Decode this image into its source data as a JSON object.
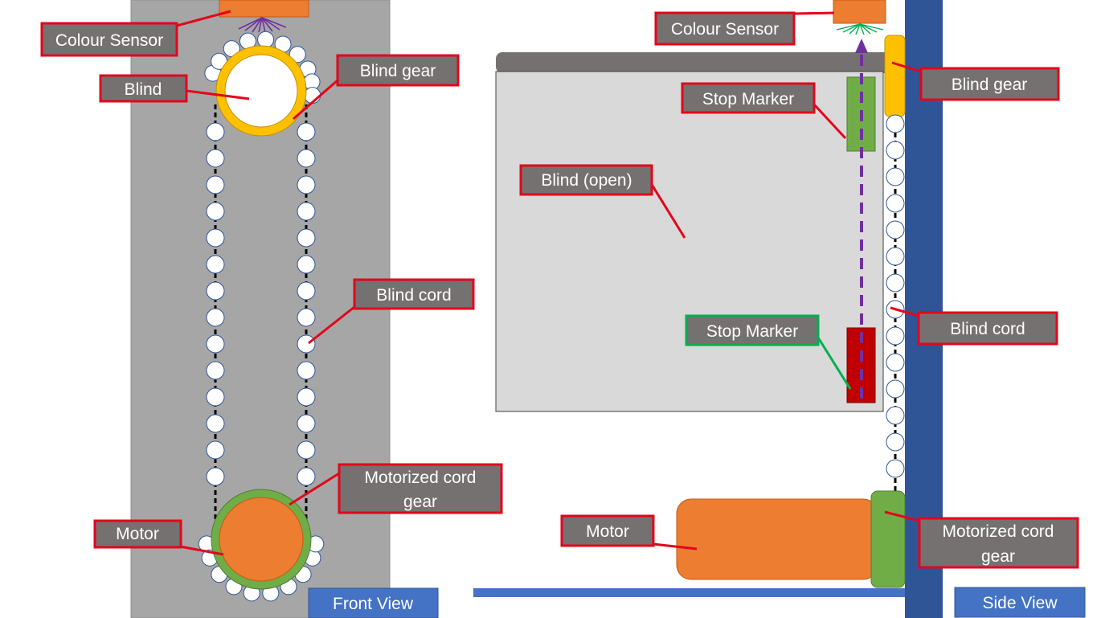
{
  "front_view": {
    "caption": "Front View",
    "labels": {
      "colour_sensor": "Colour Sensor",
      "blind": "Blind",
      "blind_gear": "Blind gear",
      "blind_cord": "Blind cord",
      "motor": "Motor",
      "motorized_gear_line1": "Motorized cord",
      "motorized_gear_line2": "gear"
    }
  },
  "side_view": {
    "caption": "Side View",
    "labels": {
      "colour_sensor": "Colour Sensor",
      "blind_gear": "Blind gear",
      "stop_marker_top": "Stop Marker",
      "blind_open": "Blind (open)",
      "blind_cord": "Blind cord",
      "stop_marker_bottom": "Stop Marker",
      "motor": "Motor",
      "motorized_gear_line1": "Motorized cord",
      "motorized_gear_line2": "gear"
    }
  },
  "colors": {
    "label_fill": "#767171",
    "label_border_red": "#e3051b",
    "label_border_green": "#00b050",
    "wall": "#a6a6a6",
    "sensor": "#ed7d31",
    "gear_yellow": "#ffc000",
    "gear_green": "#70ad47",
    "motor": "#ed7d31",
    "pillar": "#2f5597",
    "caption_fill": "#4472c4",
    "arrow": "#7030a0",
    "marker_red": "#c00000"
  }
}
